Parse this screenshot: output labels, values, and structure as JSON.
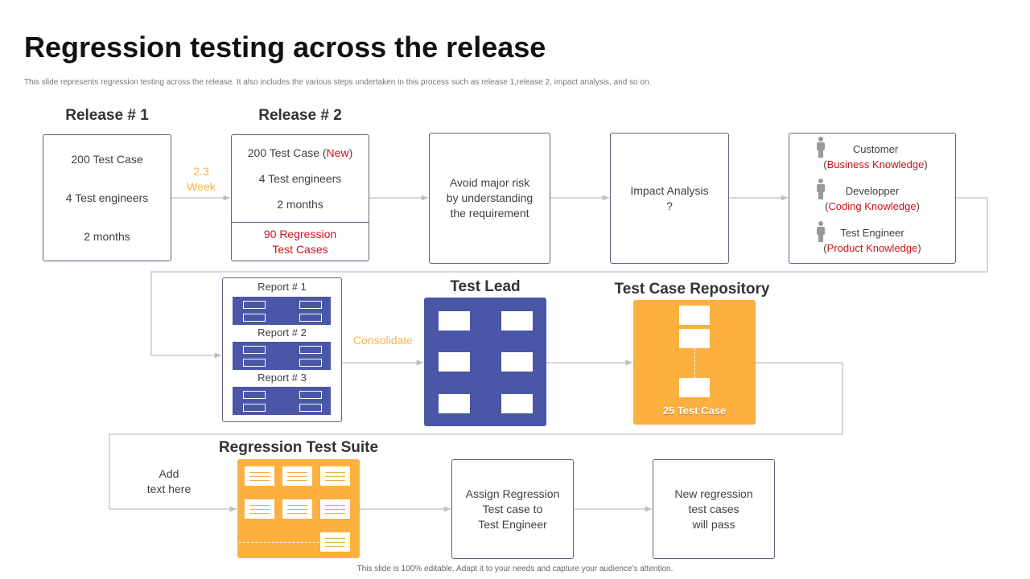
{
  "title": "Regression testing across the release",
  "subtitle": "This slide represents regression testing across the release. It also includes the various steps undertaken in this process such as release 1,release 2, impact analysis, and so on.",
  "release1": {
    "heading": "Release # 1",
    "lines": [
      "200 Test Case",
      "4 Test engineers",
      "2 months"
    ]
  },
  "gap": {
    "line1": "2.3",
    "line2": "Week"
  },
  "release2": {
    "heading": "Release # 2",
    "line1": "200 Test Case (",
    "new": "New",
    "line1_end": ")",
    "line2": "4 Test engineers",
    "line3": "2 months",
    "regression": "90 Regression",
    "regression2": "Test Cases"
  },
  "risk": [
    "Avoid major risk",
    "by understanding",
    "the requirement"
  ],
  "impact": [
    "Impact Analysis",
    "?"
  ],
  "roles": [
    {
      "name": "Customer",
      "knowledge": "Business Knowledge"
    },
    {
      "name": "Developper",
      "knowledge": "Coding Knowledge"
    },
    {
      "name": "Test Engineer",
      "knowledge": "Product Knowledge"
    }
  ],
  "reports": [
    "Report # 1",
    "Report # 2",
    "Report # 3"
  ],
  "consolidate": "Consolidate",
  "test_lead": "Test Lead",
  "repository": {
    "heading": "Test Case Repository",
    "label": "25 Test Case"
  },
  "add_text": [
    "Add",
    "text here"
  ],
  "suite": "Regression Test Suite",
  "assign": [
    "Assign Regression",
    "Test case to",
    "Test Engineer"
  ],
  "pass": [
    "New regression",
    "test cases",
    "will pass"
  ],
  "footer": "This slide is 100% editable. Adapt it to your needs and capture your audience's attention.",
  "colors": {
    "blue": "#4a57a6",
    "orange": "#fbb040",
    "red": "#d0101b"
  }
}
